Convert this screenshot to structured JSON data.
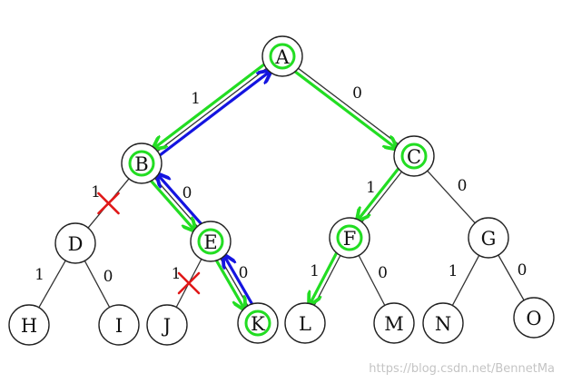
{
  "colors": {
    "traversal_down": "#22dd22",
    "traversal_up": "#1414e0",
    "pruned": "#e01818",
    "node_stroke": "#222222"
  },
  "nodes": [
    {
      "id": "A",
      "label": "A",
      "highlighted": true
    },
    {
      "id": "B",
      "label": "B",
      "highlighted": true
    },
    {
      "id": "C",
      "label": "C",
      "highlighted": true
    },
    {
      "id": "D",
      "label": "D",
      "highlighted": false
    },
    {
      "id": "E",
      "label": "E",
      "highlighted": true
    },
    {
      "id": "F",
      "label": "F",
      "highlighted": true
    },
    {
      "id": "G",
      "label": "G",
      "highlighted": false
    },
    {
      "id": "H",
      "label": "H",
      "highlighted": false
    },
    {
      "id": "I",
      "label": "I",
      "highlighted": false
    },
    {
      "id": "J",
      "label": "J",
      "highlighted": false
    },
    {
      "id": "K",
      "label": "K",
      "highlighted": true
    },
    {
      "id": "L",
      "label": "L",
      "highlighted": false
    },
    {
      "id": "M",
      "label": "M",
      "highlighted": false
    },
    {
      "id": "N",
      "label": "N",
      "highlighted": false
    },
    {
      "id": "O",
      "label": "O",
      "highlighted": false
    }
  ],
  "edges": [
    {
      "from": "A",
      "to": "B",
      "label": "1"
    },
    {
      "from": "A",
      "to": "C",
      "label": "0"
    },
    {
      "from": "B",
      "to": "D",
      "label": "1"
    },
    {
      "from": "B",
      "to": "E",
      "label": "0"
    },
    {
      "from": "C",
      "to": "F",
      "label": "1"
    },
    {
      "from": "C",
      "to": "G",
      "label": "0"
    },
    {
      "from": "D",
      "to": "H",
      "label": "1"
    },
    {
      "from": "D",
      "to": "I",
      "label": "0"
    },
    {
      "from": "E",
      "to": "J",
      "label": "1"
    },
    {
      "from": "E",
      "to": "K",
      "label": "0"
    },
    {
      "from": "F",
      "to": "L",
      "label": "1"
    },
    {
      "from": "F",
      "to": "M",
      "label": "0"
    },
    {
      "from": "G",
      "to": "N",
      "label": "1"
    },
    {
      "from": "G",
      "to": "O",
      "label": "0"
    }
  ],
  "traversal": {
    "descend_green": [
      [
        "A",
        "B"
      ],
      [
        "A",
        "C"
      ],
      [
        "B",
        "E"
      ],
      [
        "E",
        "K"
      ],
      [
        "C",
        "F"
      ],
      [
        "F",
        "L"
      ]
    ],
    "return_blue": [
      [
        "B",
        "A"
      ],
      [
        "E",
        "B"
      ],
      [
        "K",
        "E"
      ]
    ],
    "pruned_edges": [
      [
        "B",
        "D"
      ],
      [
        "E",
        "J"
      ]
    ]
  },
  "watermark": "https://blog.csdn.net/BennetMa"
}
